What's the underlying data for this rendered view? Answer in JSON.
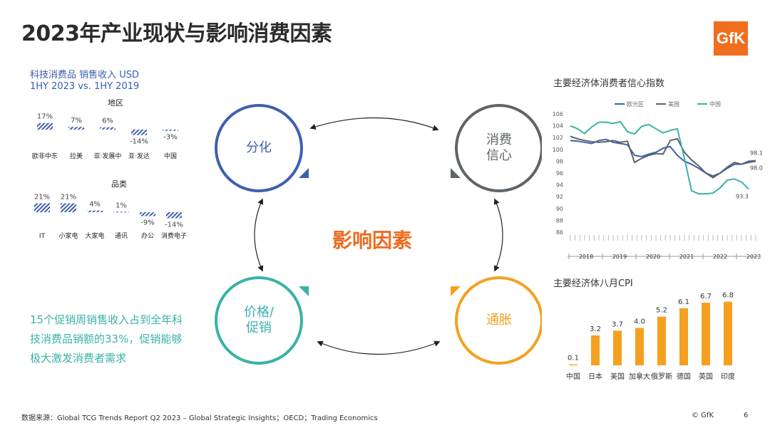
{
  "title": "2023年产业现状与影响消费因素",
  "logo": "GfK",
  "left_heading": {
    "line1": "科技消费品 销售收入 USD",
    "line2": "1HY 2023 vs. 1HY 2019"
  },
  "region_chart": {
    "label": "地区",
    "items": [
      {
        "name": "欧非中东",
        "value": 17,
        "text": "17%"
      },
      {
        "name": "拉美",
        "value": 7,
        "text": "7%"
      },
      {
        "name": "亚·发展中",
        "value": 6,
        "text": "6%"
      },
      {
        "name": "亚·发达",
        "value": -14,
        "text": "-14%"
      },
      {
        "name": "中国",
        "value": -3,
        "text": "-3%"
      }
    ]
  },
  "category_chart": {
    "label": "品类",
    "items": [
      {
        "name": "IT",
        "value": 21,
        "text": "21%"
      },
      {
        "name": "小家电",
        "value": 21,
        "text": "21%"
      },
      {
        "name": "大家电",
        "value": 4,
        "text": "4%"
      },
      {
        "name": "通讯",
        "value": 1,
        "text": "1%"
      },
      {
        "name": "办公",
        "value": -9,
        "text": "-9%"
      },
      {
        "name": "消费电子",
        "value": -14,
        "text": "-14%"
      }
    ]
  },
  "promo_text": "15个促销周销售收入占到全年科技消费品销额的33%，促销能够极大激发消费者需求",
  "diagram": {
    "center": "影响因素",
    "top_left": "分化",
    "top_right_1": "消费",
    "top_right_2": "信心",
    "bottom_left_1": "价格/",
    "bottom_left_2": "促销",
    "bottom_right": "通胀",
    "colors": {
      "top_left": "#3f5fb0",
      "top_right": "#5f6468",
      "bottom_left": "#3ab2a8",
      "bottom_right": "#f5a020",
      "center": "#ef6a1f"
    }
  },
  "confidence_chart": {
    "title": "主要经济体消费者信心指数",
    "legend": [
      "欧元区",
      "美国",
      "中国"
    ],
    "colors": [
      "#3f5fb0",
      "#5f6468",
      "#3ab2a8"
    ],
    "y_ticks": [
      "106",
      "104",
      "102",
      "100",
      "98",
      "96",
      "94",
      "92",
      "90",
      "88",
      "86"
    ],
    "ylim": [
      86,
      106
    ],
    "years": [
      "2018",
      "2019",
      "2020",
      "2021",
      "2022",
      "2023"
    ],
    "end_labels": [
      "98.1",
      "98.0",
      "93.3"
    ],
    "series": [
      {
        "name": "欧元区",
        "values": [
          101.5,
          101.4,
          101.2,
          101.0,
          101.5,
          101.7,
          101.2,
          101.0,
          100.8,
          99.0,
          98.8,
          99.2,
          99.5,
          100.2,
          100.5,
          99.0,
          98.0,
          97.5,
          96.8,
          96.0,
          95.5,
          96.0,
          96.8,
          97.5,
          97.5,
          98.0,
          98.1
        ]
      },
      {
        "name": "美国",
        "values": [
          102.2,
          101.8,
          101.5,
          101.3,
          101.2,
          101.3,
          101.5,
          101.2,
          101.4,
          97.8,
          98.5,
          99.0,
          99.3,
          99.2,
          101.5,
          101.8,
          99.5,
          98.2,
          97.2,
          96.0,
          95.2,
          96.0,
          97.0,
          97.8,
          97.5,
          97.8,
          98.0
        ]
      },
      {
        "name": "中国",
        "values": [
          104.0,
          103.5,
          102.7,
          103.8,
          104.6,
          104.6,
          104.4,
          104.7,
          103.0,
          102.6,
          103.9,
          104.2,
          103.5,
          102.8,
          103.2,
          103.5,
          98.5,
          93.0,
          92.5,
          92.5,
          92.6,
          93.5,
          94.8,
          95.0,
          94.5,
          93.3
        ]
      }
    ]
  },
  "cpi_chart": {
    "title": "主要经济体八月CPI",
    "type": "bar",
    "categories": [
      "中国",
      "日本",
      "美国",
      "加拿大",
      "俄罗斯",
      "德国",
      "英国",
      "印度"
    ],
    "values": [
      0.1,
      3.2,
      3.7,
      4.0,
      5.2,
      6.1,
      6.7,
      6.8
    ],
    "labels": [
      "0.1",
      "3.2",
      "3.7",
      "4.0",
      "5.2",
      "6.1",
      "6.7",
      "6.8"
    ],
    "color": "#f5a020"
  },
  "footer": {
    "source": "数据来源：Global TCG Trends Report Q2 2023 – Global Strategic Insights；OECD；Trading Economics",
    "copyright": "© GfK",
    "page": "6"
  }
}
